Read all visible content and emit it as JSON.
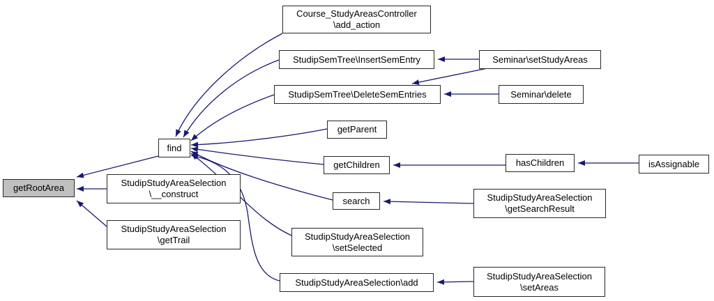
{
  "diagram": {
    "kind": "caller-graph",
    "root_function": "getRootArea",
    "colors": {
      "background": "#ffffff",
      "edge": "#191970",
      "node_fill": "#ffffff",
      "node_border": "#262626",
      "highlight_fill": "#c0c0c0",
      "text": "#000000"
    }
  },
  "nodes": [
    {
      "id": "getRootArea",
      "label1": "getRootArea",
      "highlighted": true
    },
    {
      "id": "find",
      "label1": "find"
    },
    {
      "id": "construct",
      "label1": "StudipStudyAreaSelection",
      "label2": "\\__construct"
    },
    {
      "id": "getTrail",
      "label1": "StudipStudyAreaSelection",
      "label2": "\\getTrail"
    },
    {
      "id": "add_action",
      "label1": "Course_StudyAreasController",
      "label2": "\\add_action"
    },
    {
      "id": "insertSemEntry",
      "label1": "StudipSemTree\\InsertSemEntry"
    },
    {
      "id": "deleteSemEntries",
      "label1": "StudipSemTree\\DeleteSemEntries"
    },
    {
      "id": "getParent",
      "label1": "getParent"
    },
    {
      "id": "getChildren",
      "label1": "getChildren"
    },
    {
      "id": "search",
      "label1": "search"
    },
    {
      "id": "setSelected",
      "label1": "StudipStudyAreaSelection",
      "label2": "\\setSelected"
    },
    {
      "id": "add",
      "label1": "StudipStudyAreaSelection\\add"
    },
    {
      "id": "setStudyAreas",
      "label1": "Seminar\\setStudyAreas"
    },
    {
      "id": "seminarDelete",
      "label1": "Seminar\\delete"
    },
    {
      "id": "hasChildren",
      "label1": "hasChildren"
    },
    {
      "id": "getSearchResult",
      "label1": "StudipStudyAreaSelection",
      "label2": "\\getSearchResult"
    },
    {
      "id": "setAreas",
      "label1": "StudipStudyAreaSelection",
      "label2": "\\setAreas"
    },
    {
      "id": "isAssignable",
      "label1": "isAssignable"
    }
  ],
  "edges": [
    {
      "from": "find",
      "to": "getRootArea"
    },
    {
      "from": "StudipStudyAreaSelection\\__construct",
      "to": "getRootArea"
    },
    {
      "from": "StudipStudyAreaSelection\\getTrail",
      "to": "getRootArea"
    },
    {
      "from": "Course_StudyAreasController\\add_action",
      "to": "find"
    },
    {
      "from": "StudipSemTree\\InsertSemEntry",
      "to": "find"
    },
    {
      "from": "StudipSemTree\\DeleteSemEntries",
      "to": "find"
    },
    {
      "from": "getParent",
      "to": "find"
    },
    {
      "from": "getChildren",
      "to": "find"
    },
    {
      "from": "search",
      "to": "find"
    },
    {
      "from": "StudipStudyAreaSelection\\setSelected",
      "to": "find"
    },
    {
      "from": "StudipStudyAreaSelection\\add",
      "to": "find"
    },
    {
      "from": "Seminar\\setStudyAreas",
      "to": "StudipSemTree\\InsertSemEntry"
    },
    {
      "from": "Seminar\\setStudyAreas",
      "to": "StudipSemTree\\DeleteSemEntries"
    },
    {
      "from": "Seminar\\delete",
      "to": "StudipSemTree\\DeleteSemEntries"
    },
    {
      "from": "hasChildren",
      "to": "getChildren"
    },
    {
      "from": "isAssignable",
      "to": "hasChildren"
    },
    {
      "from": "StudipStudyAreaSelection\\getSearchResult",
      "to": "search"
    },
    {
      "from": "StudipStudyAreaSelection\\setAreas",
      "to": "StudipStudyAreaSelection\\add"
    }
  ]
}
